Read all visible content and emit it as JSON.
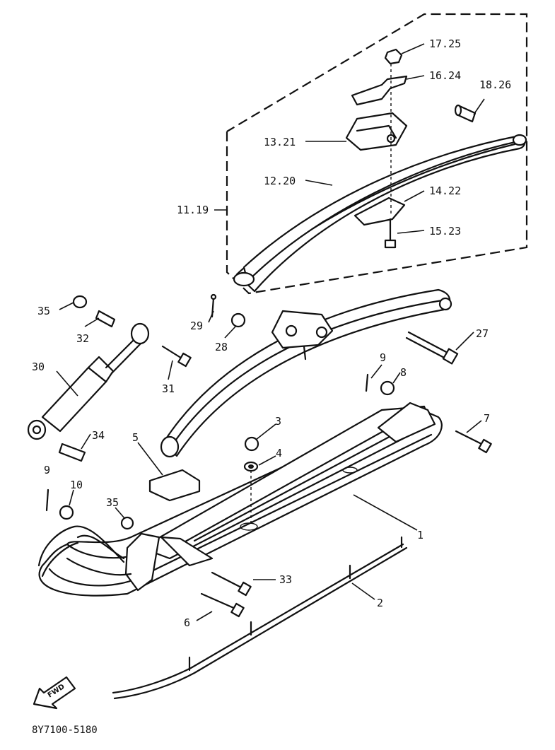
{
  "diagram_code": "8Y7100-5180",
  "fwd_label": "FWD",
  "callouts": [
    "17.25",
    "16.24",
    "18.26",
    "13.21",
    "12.20",
    "14.22",
    "15.23",
    "11.19",
    "35",
    "32",
    "29",
    "28",
    "27",
    "9",
    "8",
    "31",
    "30",
    "3",
    "4",
    "7",
    "34",
    "5",
    "9",
    "10",
    "35",
    "1",
    "33",
    "2",
    "6"
  ],
  "fwd_icon": "fwd-arrow-icon"
}
